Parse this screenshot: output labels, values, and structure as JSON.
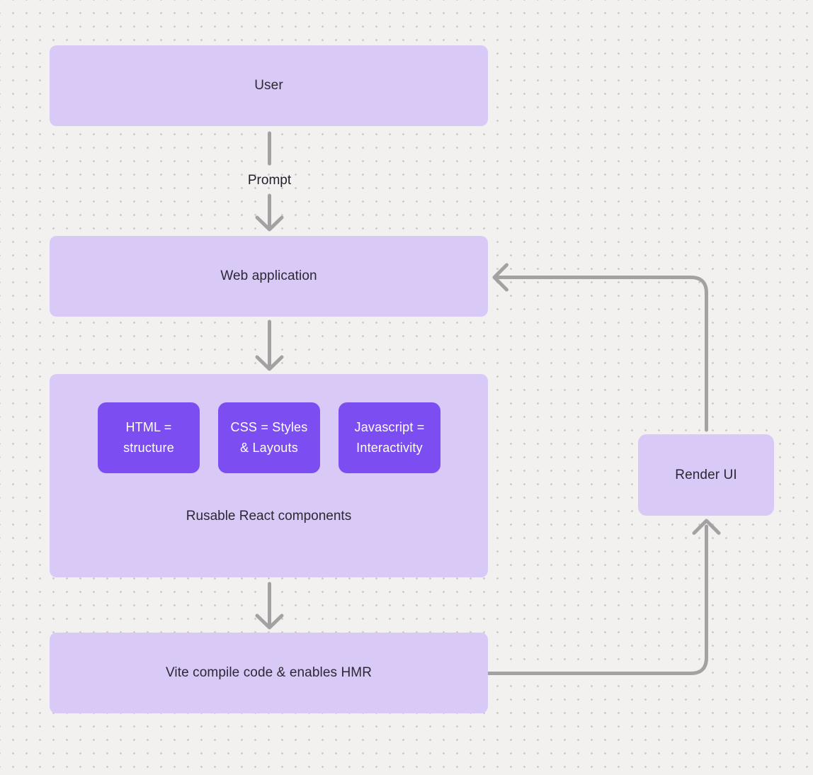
{
  "canvas": {
    "background_color": "#f2f1ef",
    "dot_color": "#c8c5c4"
  },
  "colors": {
    "node_fill": "#d8c9f6",
    "component_fill": "#7c4df0",
    "component_text": "#ffffff",
    "node_text": "#2c2834",
    "arrow": "#a3a1a1"
  },
  "nodes": {
    "user": {
      "label": "User"
    },
    "web_application": {
      "label": "Web application"
    },
    "components_group": {
      "label": "Rusable React components",
      "children": [
        {
          "label": "HTML =\nstructure"
        },
        {
          "label": "CSS = Styles\n& Layouts"
        },
        {
          "label": "Javascript =\nInteractivity"
        }
      ]
    },
    "vite": {
      "label": "Vite compile code & enables HMR"
    },
    "render_ui": {
      "label": "Render UI"
    }
  },
  "edges": {
    "user_to_web_application": {
      "label": "Prompt"
    }
  }
}
